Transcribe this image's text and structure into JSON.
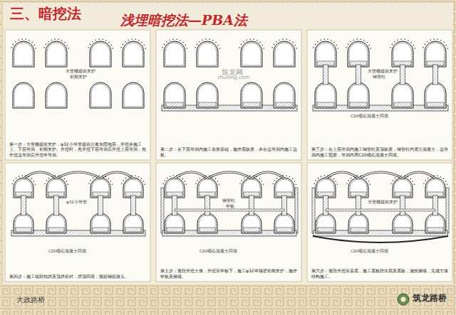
{
  "diagram": {
    "title": "三、暗挖法",
    "nodes": [
      {
        "text": [
          "第一步：大管棚超前支护，φ32小导管超前注浆加固地层，开挖并施工上、下层导洞，初期支护。开挖时，先开挖下层导洞后开挖上层导洞，先开挖边导洞后开挖中导洞。"
        ]
      },
      {
        "text": [
          "第二步：在下层导洞内施工条形基础，施作底纵梁，并在边导洞内施工边桩。"
        ]
      },
      {
        "text": [
          "第三步：在上层导洞内施工钢管柱及顶纵梁，钢管柱内灌注混凝土，边导洞内施工冠梁，导洞内用C20细石混凝土回填。"
        ]
      },
      {
        "text": [
          "第四步：施工端部扣拱及顶拱初衬，拱顶回填，预留钢筋接头。"
        ]
      },
      {
        "text": [
          "第五步：逐段开挖土体，开挖至中板下，施工φ32中隔壁初期支护，施作中板及侧墙。"
        ]
      },
      {
        "text": [
          "第六步：逐段开挖至基底，施工底板防水层及底板，浇筑侧墙，完成主体结构施工。"
        ]
      }
    ],
    "labels": [
      "浅埋暗挖法—PBA法",
      "筑龙网",
      "zhulong.com",
      "筑龙路桥",
      "大政路桥",
      "大管棚超前支护",
      "初期支护",
      "大管棚超前支护",
      "钢管柱",
      "C20细石混凝土回填",
      "φ32小导管",
      "C20细石混凝土回填",
      "钢管柱",
      "中板",
      "C20细石混凝土回填",
      "大管棚超前支护",
      "C20细石混凝土回填"
    ]
  }
}
